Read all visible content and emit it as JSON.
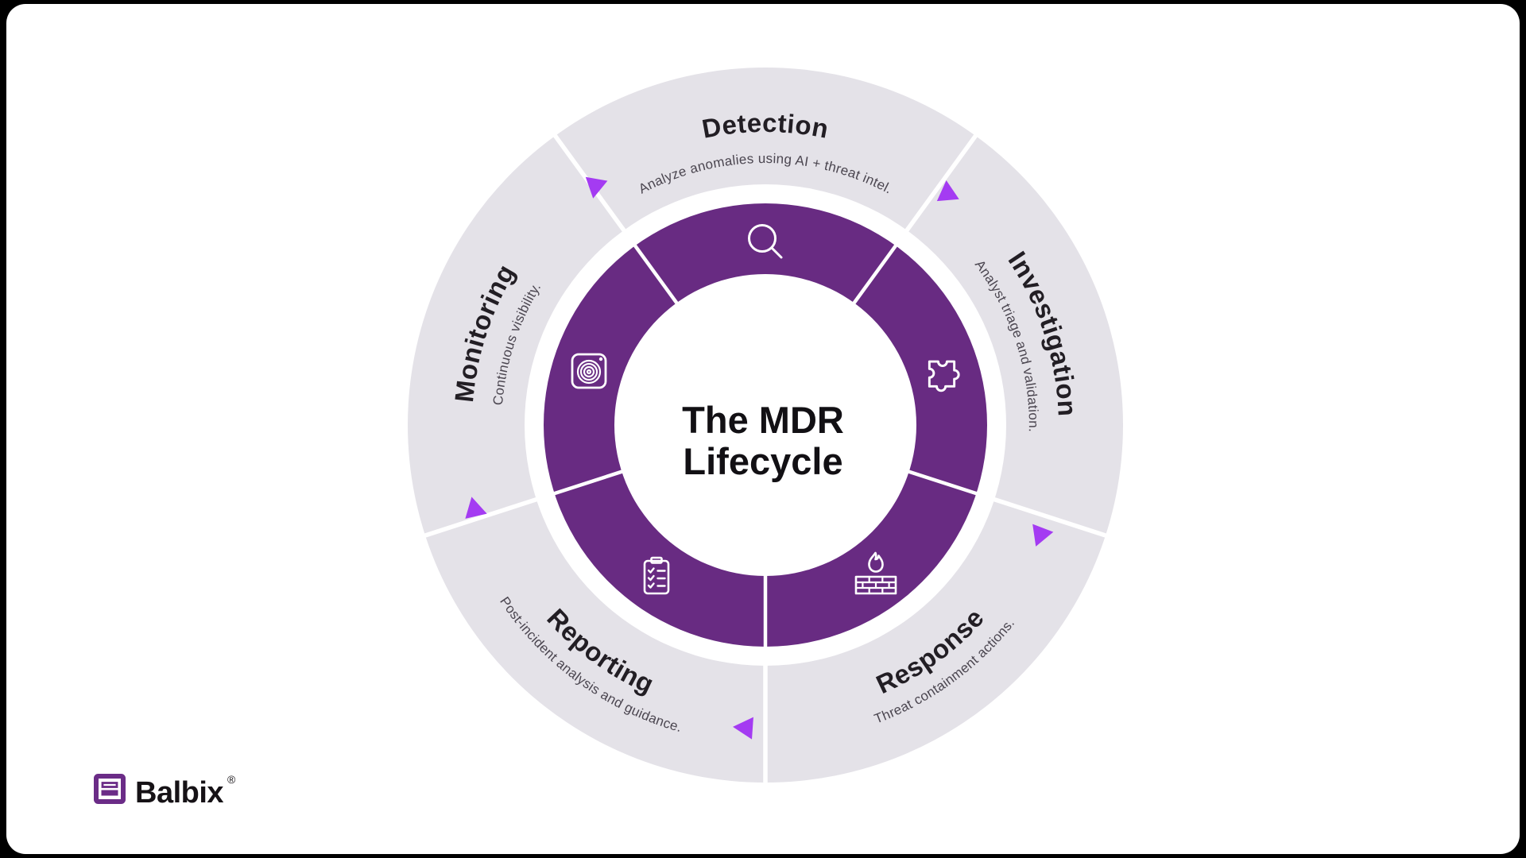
{
  "page": {
    "background": "#000000",
    "card_background": "#ffffff"
  },
  "diagram": {
    "center_title": {
      "line1": "The MDR",
      "line2": "Lifecycle"
    },
    "segments": [
      {
        "id": "detection",
        "label": "Detection",
        "description": "Analyze anomalies using AI + threat intel.",
        "icon": "magnifier-icon"
      },
      {
        "id": "investigation",
        "label": "Investigation",
        "description": "Analyst triage and validation.",
        "icon": "puzzle-piece-icon"
      },
      {
        "id": "response",
        "label": "Response",
        "description": "Threat containment actions.",
        "icon": "firewall-flame-icon"
      },
      {
        "id": "reporting",
        "label": "Reporting",
        "description": "Post-incident analysis and guidance.",
        "icon": "clipboard-checklist-icon"
      },
      {
        "id": "monitoring",
        "label": "Monitoring",
        "description": "Continuous visibility.",
        "icon": "radar-target-icon"
      }
    ],
    "colors": {
      "outer_ring": "#E4E2E8",
      "inner_ring": "#682B82",
      "arrow": "#A43BF2",
      "label_text": "#221E24",
      "description_text": "#4B4650"
    }
  },
  "logo": {
    "text": "Balbix",
    "registered_mark": "®",
    "color": "#6B2C87"
  }
}
